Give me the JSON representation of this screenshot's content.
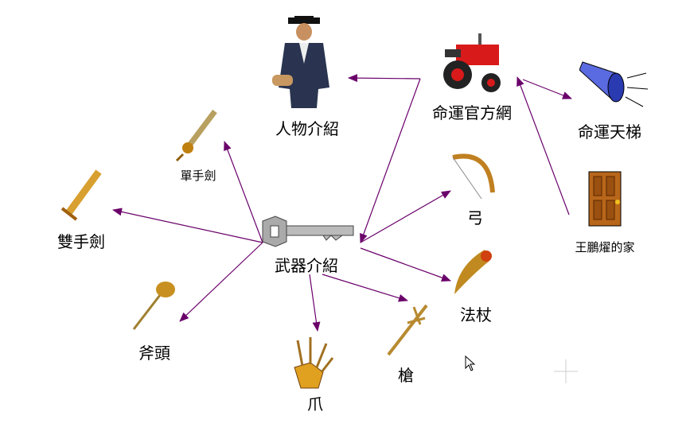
{
  "nodes": {
    "characters": "人物介紹",
    "official_site": "命運官方網",
    "ladder": "命運天梯",
    "one_hand_sword": "單手劍",
    "two_hand_sword": "雙手劍",
    "weapons": "武器介紹",
    "bow": "弓",
    "home": "王鵬燿的家",
    "staff": "法杖",
    "axe": "斧頭",
    "spear": "槍",
    "claw": "爪"
  },
  "colors": {
    "arrow": "#6a006a"
  }
}
